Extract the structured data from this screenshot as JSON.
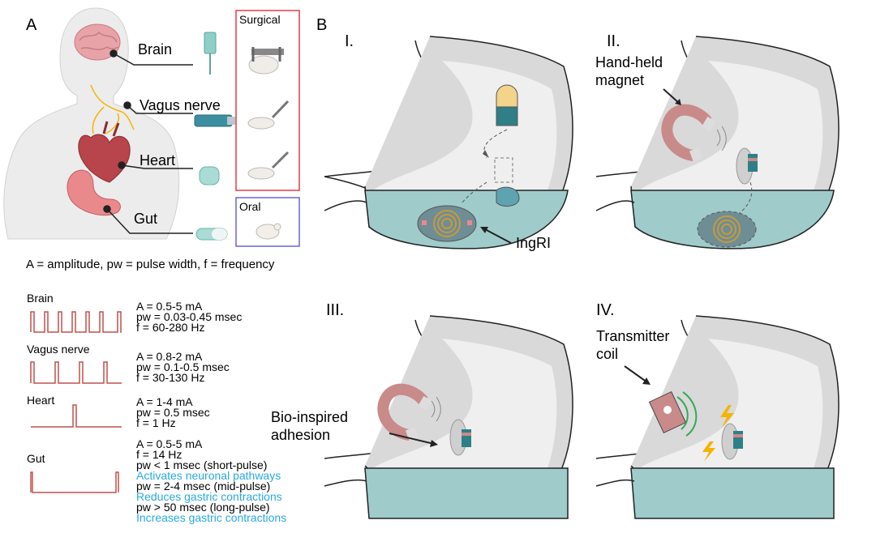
{
  "panel_a": {
    "letter": "A",
    "organs": [
      "Brain",
      "Vagus nerve",
      "Heart",
      "Gut"
    ],
    "surgical_title": "Surgical",
    "oral_title": "Oral",
    "legend": "A = amplitude, pw = pulse width, f = frequency",
    "params": {
      "brain": {
        "name": "Brain",
        "lines": [
          "A = 0.5-5 mA",
          "pw = 0.03-0.45 msec",
          "f = 60-280 Hz"
        ]
      },
      "vagus": {
        "name": "Vagus nerve",
        "lines": [
          "A = 0.8-2 mA",
          "pw = 0.1-0.5 msec",
          "f = 30-130 Hz"
        ]
      },
      "heart": {
        "name": "Heart",
        "lines": [
          "A = 1-4 mA",
          "pw = 0.5 msec",
          "f = 1 Hz"
        ]
      },
      "gut": {
        "name": "Gut",
        "lines": [
          "A = 0.5-5 mA",
          "f = 14 Hz",
          "pw < 1 msec (short-pulse)",
          "Activates neuronal pathways",
          "pw = 2-4 msec (mid-pulse)",
          "Reduces gastric contractions",
          "pw > 50 msec (long-pulse)",
          "Increases gastric contractions"
        ]
      }
    }
  },
  "panel_b": {
    "letter": "B",
    "steps": {
      "i": {
        "numeral": "I.",
        "label": "IngRI"
      },
      "ii": {
        "numeral": "II.",
        "label_1": "Hand-held",
        "label_2": "magnet"
      },
      "iii": {
        "numeral": "III.",
        "label_1": "Bio-inspired",
        "label_2": "adhesion"
      },
      "iv": {
        "numeral": "IV.",
        "label_1": "Transmitter",
        "label_2": "coil"
      }
    }
  },
  "colors": {
    "wave": "#c0504d",
    "surgical_border": "#e03c4a",
    "oral_border": "#6b63d6",
    "fluid": "#9fcbcb",
    "stomach_wall": "#d6d6d6",
    "device": "#2f7f86",
    "magnet": "#c98a8a",
    "coil": "#c79a3c",
    "blue_text": "#29a9e0"
  }
}
